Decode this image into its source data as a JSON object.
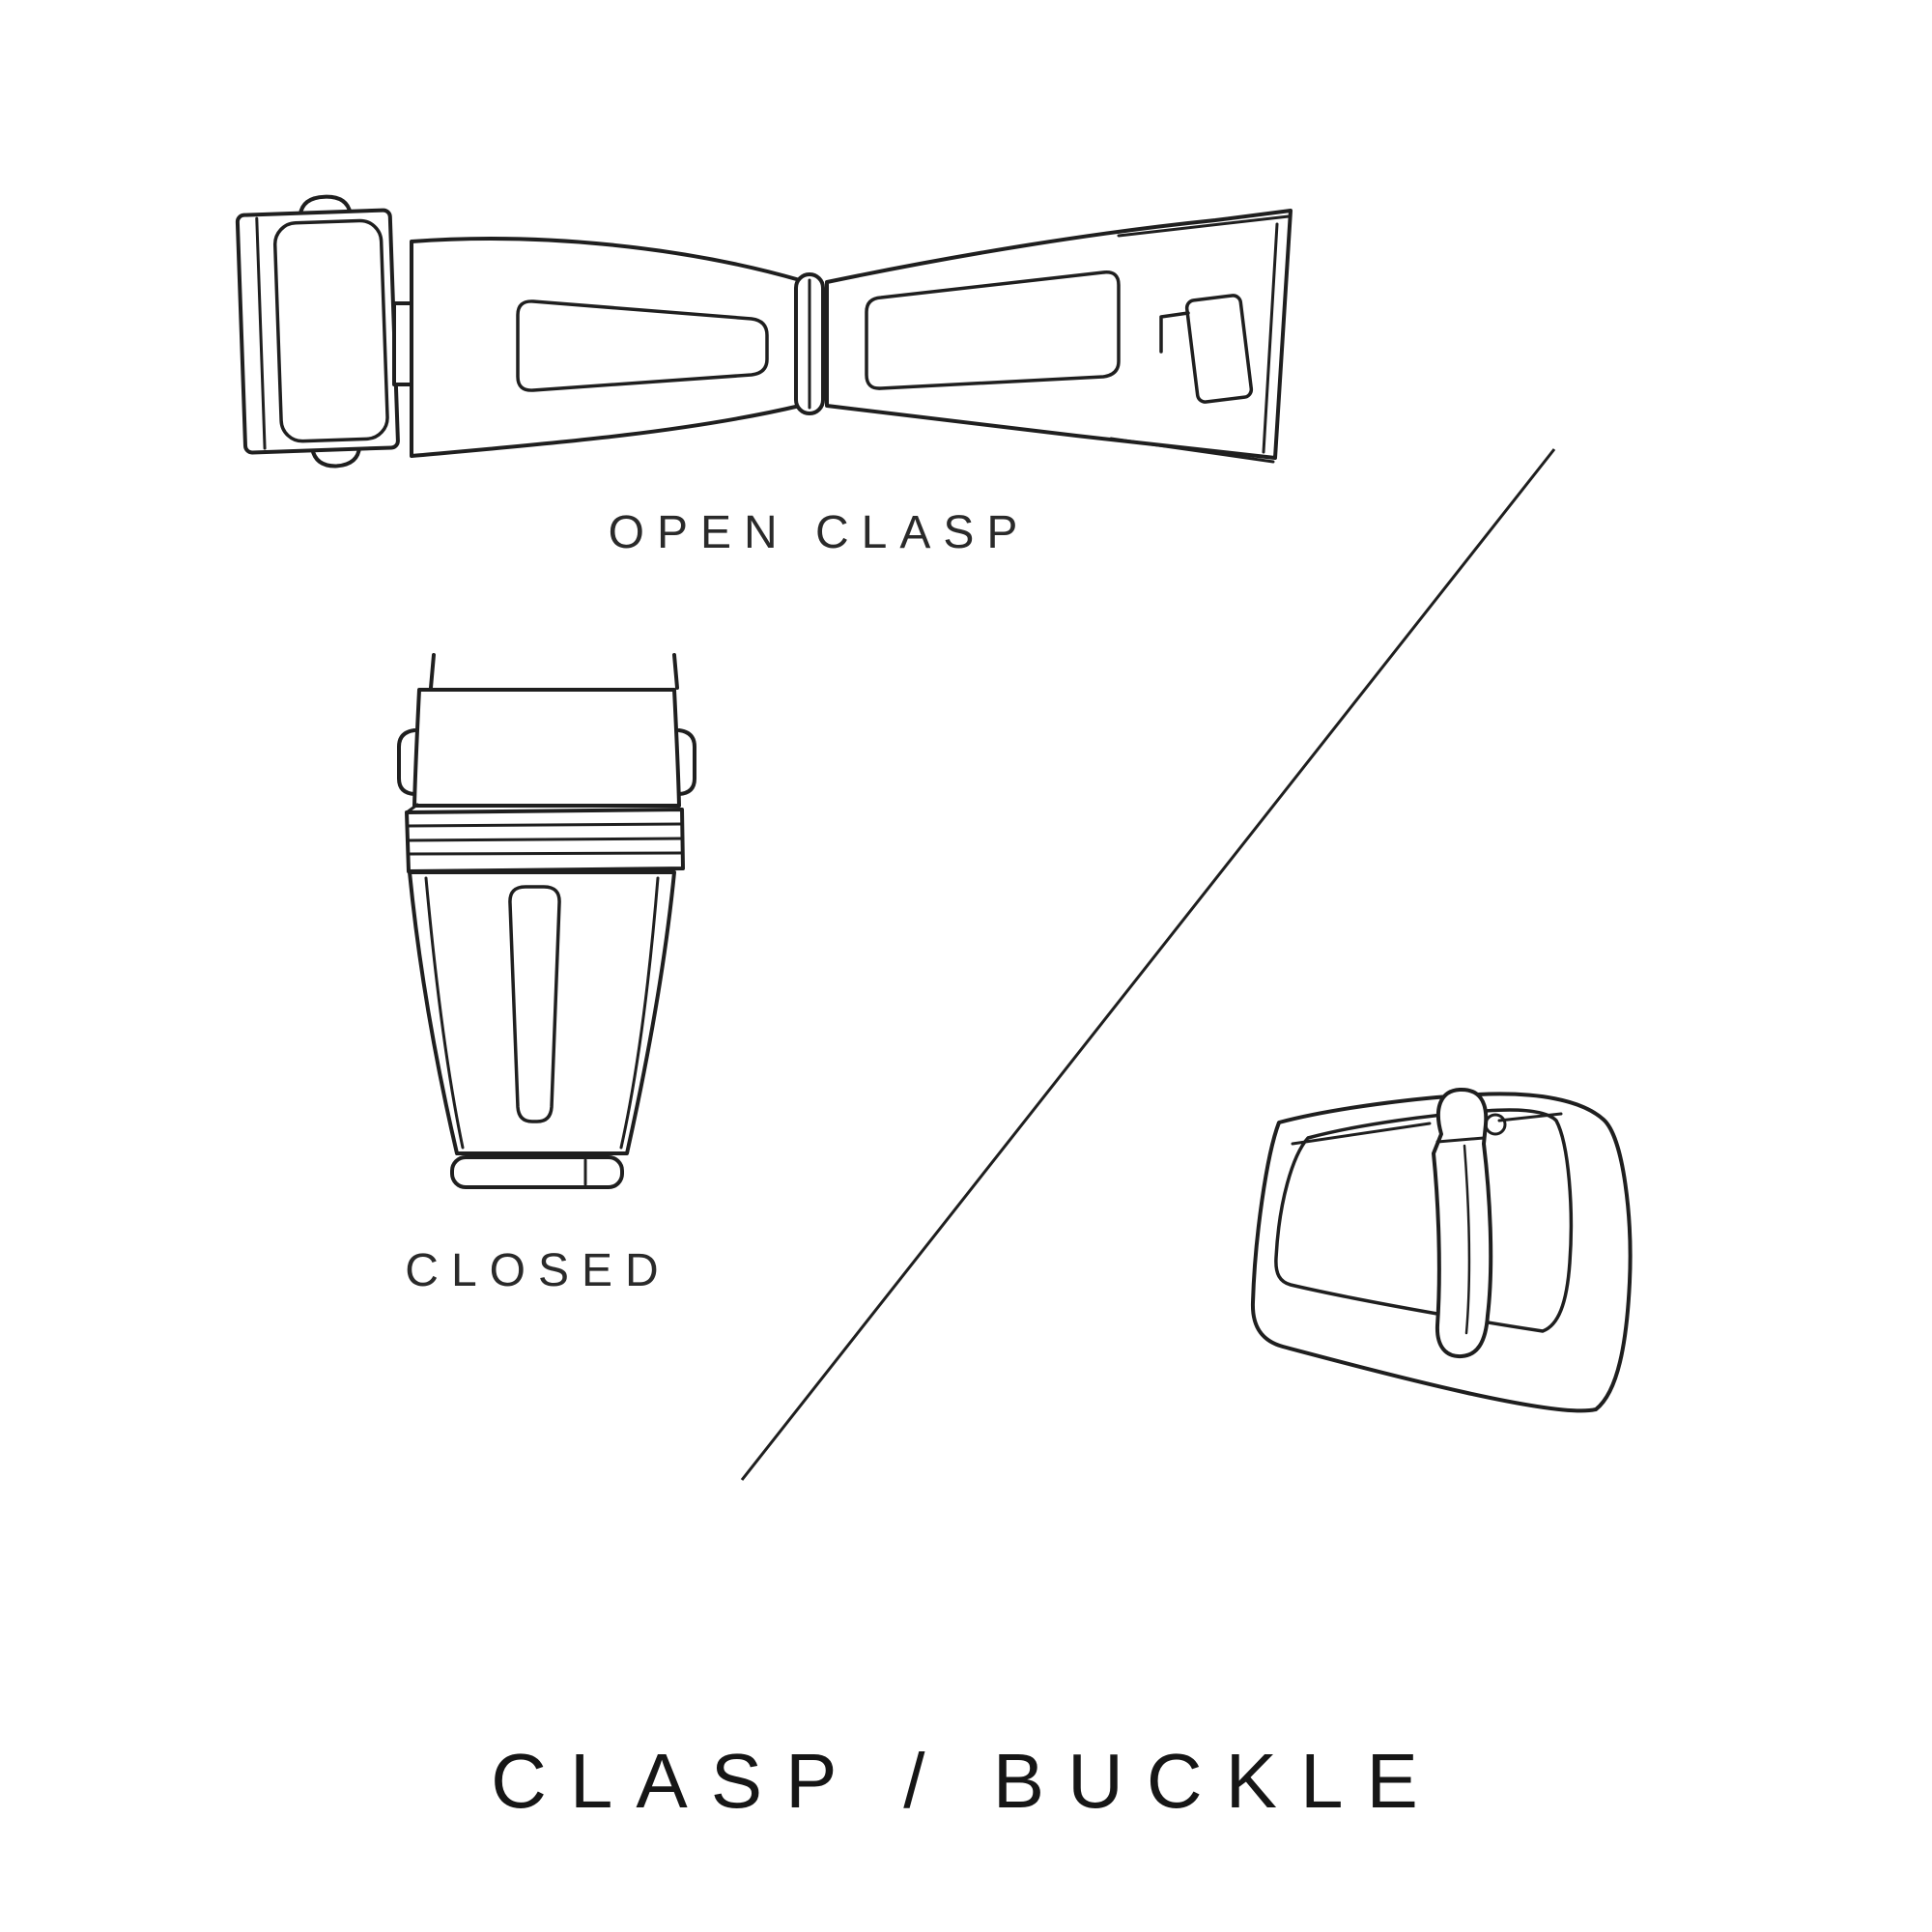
{
  "canvas": {
    "background_color": "#ffffff",
    "line_color": "#1f1f1f"
  },
  "labels": {
    "open_clasp": "OPEN CLASP",
    "closed": "CLOSED"
  },
  "title": "CLASP / BUCKLE",
  "icons": {
    "open_clasp_illustration": "open-deployant-clasp-line-drawing",
    "closed_clasp_illustration": "closed-clasp-line-drawing",
    "buckle_illustration": "tang-buckle-line-drawing",
    "divider": "diagonal-divider-line"
  }
}
